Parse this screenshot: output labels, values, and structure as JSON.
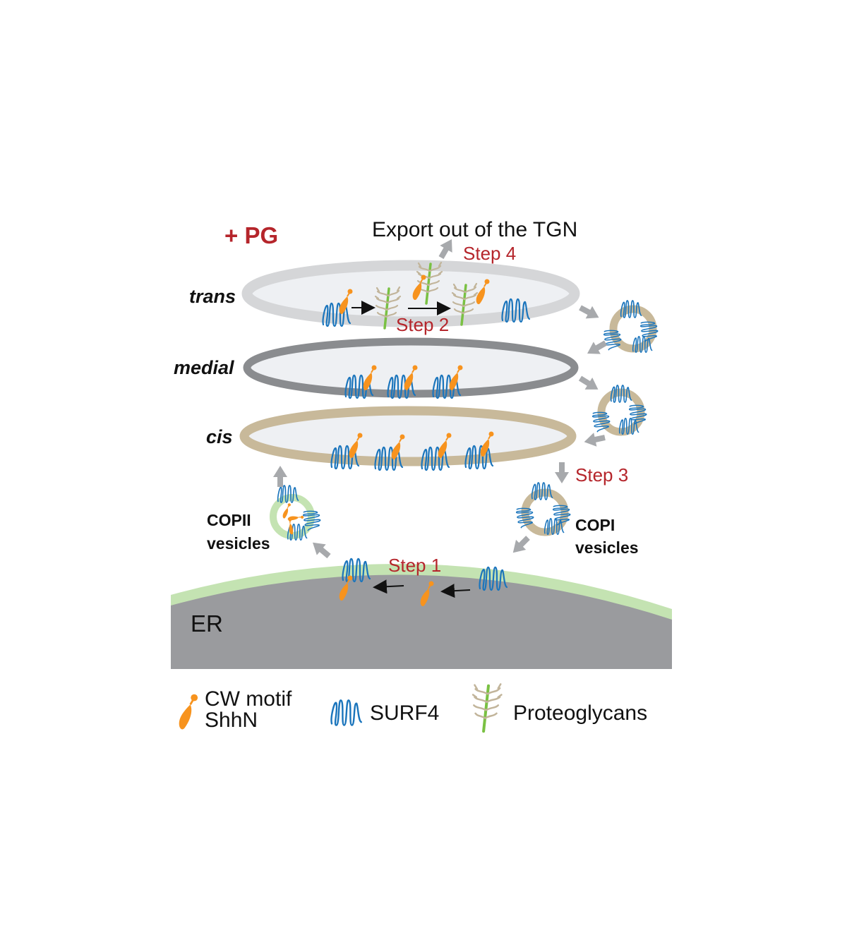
{
  "labels": {
    "condition": "+ PG",
    "export_title": "Export out of the TGN",
    "trans": "trans",
    "medial": "medial",
    "cis": "cis",
    "er": "ER"
  },
  "steps": {
    "step1": "Step 1",
    "step2": "Step 2",
    "step3": "Step 3",
    "step4": "Step 4"
  },
  "vesicles": {
    "copii_line1": "COPII",
    "copii_line2": "vesicles",
    "copi_line1": "COPI",
    "copi_line2": "vesicles"
  },
  "legend": {
    "cargo_line1": "CW motif",
    "cargo_line2": "ShhN",
    "receptor": "SURF4",
    "proteoglycan": "Proteoglycans"
  },
  "colors": {
    "step_text": "#b5252b",
    "cargo": "#f7931e",
    "receptor": "#1b75bc",
    "proteoglycan_stem": "#7ac143",
    "proteoglycan_branches": "#c2b59b",
    "trans_cisterna": "#d5d6d8",
    "medial_cisterna": "#8a8c8f",
    "cis_cisterna": "#c8b99a",
    "er_lumen": "#9a9b9e",
    "er_membrane": "#c4e3b2",
    "arrow": "#a7a9ac"
  }
}
